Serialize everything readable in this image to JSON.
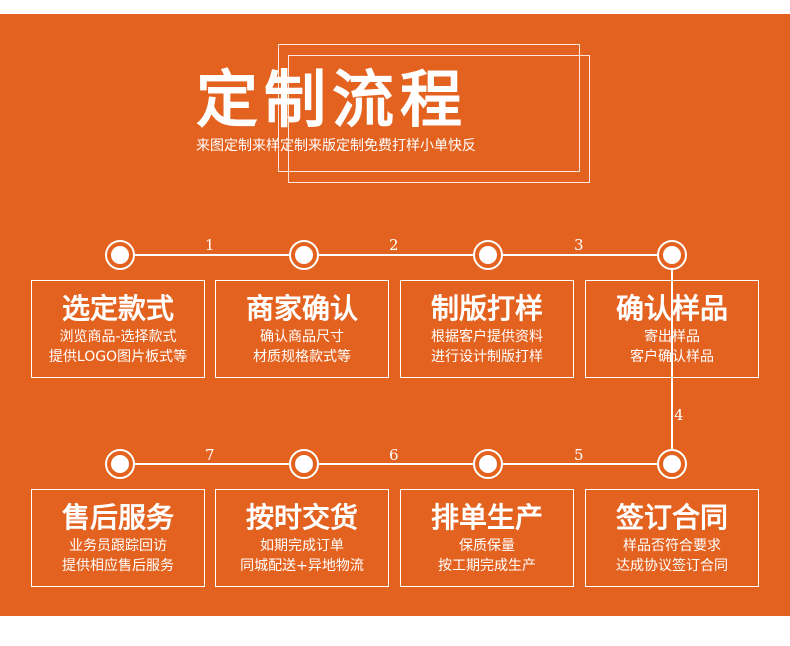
{
  "header": {
    "title": "定制流程",
    "subtitle": "来图定制来样定制来版定制免费打样小单快反"
  },
  "steps": [
    {
      "number": "1",
      "title": "选定款式",
      "line1": "浏览商品-选择款式",
      "line2": "提供LOGO图片板式等"
    },
    {
      "number": "2",
      "title": "商家确认",
      "line1": "确认商品尺寸",
      "line2": "材质规格款式等"
    },
    {
      "number": "3",
      "title": "制版打样",
      "line1": "根据客户提供资料",
      "line2": "进行设计制版打样"
    },
    {
      "number": "4",
      "title": "确认样品",
      "line1": "寄出样品",
      "line2": "客户确认样品"
    },
    {
      "number": "5",
      "title": "签订合同",
      "line1": "样品否符合要求",
      "line2": "达成协议签订合同"
    },
    {
      "number": "6",
      "title": "排单生产",
      "line1": "保质保量",
      "line2": "按工期完成生产"
    },
    {
      "number": "7",
      "title": "按时交货",
      "line1": "如期完成订单",
      "line2": "同城配送+异地物流"
    },
    {
      "number": "",
      "title": "售后服务",
      "line1": "业务员跟踪回访",
      "line2": "提供相应售后服务"
    }
  ],
  "colors": {
    "background": "#e4621f",
    "foreground": "#ffffff"
  }
}
